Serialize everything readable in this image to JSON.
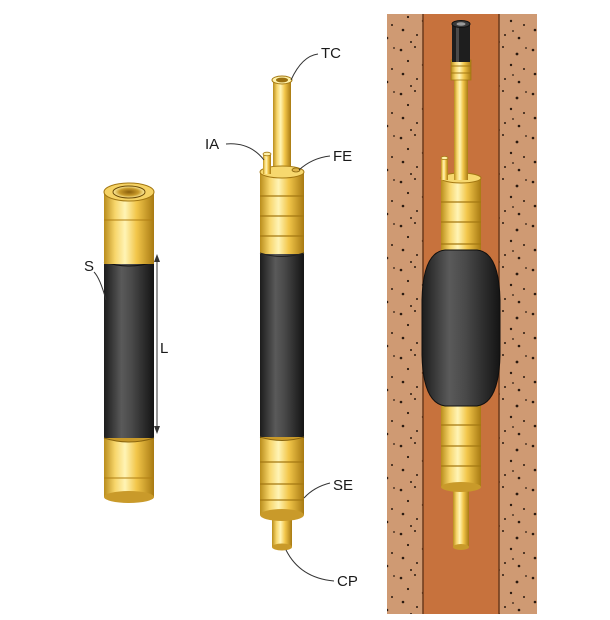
{
  "labels": {
    "s": "S",
    "l": "L",
    "tc": "TC",
    "ia": "IA",
    "fe": "FE",
    "se": "SE",
    "cp": "CP"
  },
  "colors": {
    "gold_light": "#fff2a8",
    "gold_mid": "#f2c64a",
    "gold_dark": "#b98d1c",
    "rubber_light": "#6b6b6b",
    "rubber_dark": "#262626",
    "soil": "#cf9a73",
    "borehole_fill": "#c7723d",
    "wall_line": "#6b3a1c"
  },
  "icons": [
    "packer-element-icon",
    "packer-assembly-icon",
    "packer-in-borehole-icon"
  ]
}
